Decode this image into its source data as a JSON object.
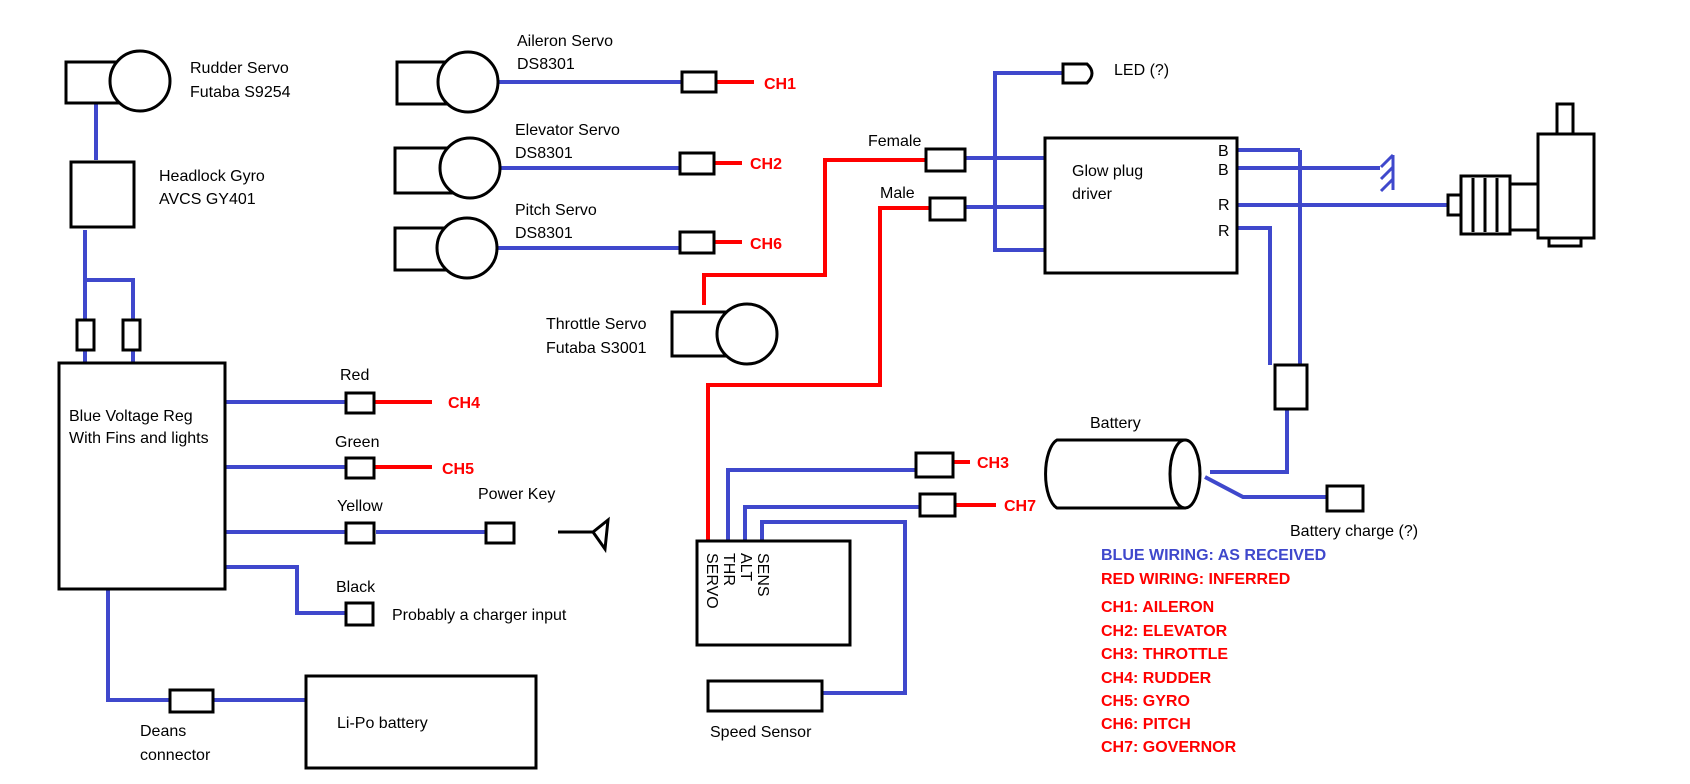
{
  "components": {
    "rudder_servo": {
      "name": "Rudder Servo",
      "model": "Futaba S9254"
    },
    "gyro": {
      "name": "Headlock Gyro",
      "model": "AVCS GY401"
    },
    "aileron_servo": {
      "name": "Aileron Servo",
      "model": "DS8301"
    },
    "elevator_servo": {
      "name": "Elevator Servo",
      "model": "DS8301"
    },
    "pitch_servo": {
      "name": "Pitch Servo",
      "model": "DS8301"
    },
    "throttle_servo": {
      "name": "Throttle Servo",
      "model": "Futaba S3001"
    },
    "voltage_reg": {
      "line1": "Blue Voltage Reg",
      "line2": "With Fins and lights"
    },
    "lipo": {
      "name": "Li-Po battery"
    },
    "deans": {
      "line1": "Deans",
      "line2": "connector"
    },
    "glow_driver": {
      "line1": "Glow plug",
      "line2": "driver",
      "pins": [
        "B",
        "B",
        "R",
        "R"
      ]
    },
    "led": {
      "name": "LED (?)"
    },
    "battery": {
      "name": "Battery"
    },
    "battery_charge": {
      "name": "Battery charge (?)"
    },
    "governor": {
      "ports": [
        "SERVO",
        "THR",
        "ALT",
        "SENS"
      ]
    },
    "speed_sensor": {
      "name": "Speed Sensor"
    }
  },
  "wire_labels": {
    "red": "Red",
    "green": "Green",
    "yellow": "Yellow",
    "black": "Black",
    "power_key": "Power Key",
    "charger_input": "Probably a charger input",
    "female": "Female",
    "male": "Male"
  },
  "channels": {
    "ch1": "CH1",
    "ch2": "CH2",
    "ch3": "CH3",
    "ch4": "CH4",
    "ch5": "CH5",
    "ch6": "CH6",
    "ch7": "CH7"
  },
  "legend": {
    "blue_wiring": "BLUE WIRING: AS RECEIVED",
    "red_wiring": "RED WIRING: INFERRED",
    "channel_map": [
      "CH1: AILERON",
      "CH2: ELEVATOR",
      "CH3: THROTTLE",
      "CH4: RUDDER",
      "CH5: GYRO",
      "CH6: PITCH",
      "CH7: GOVERNOR"
    ]
  },
  "colors": {
    "blue_wire": "#3f48cc",
    "red_wire": "#ff0000",
    "outline": "#000000"
  }
}
